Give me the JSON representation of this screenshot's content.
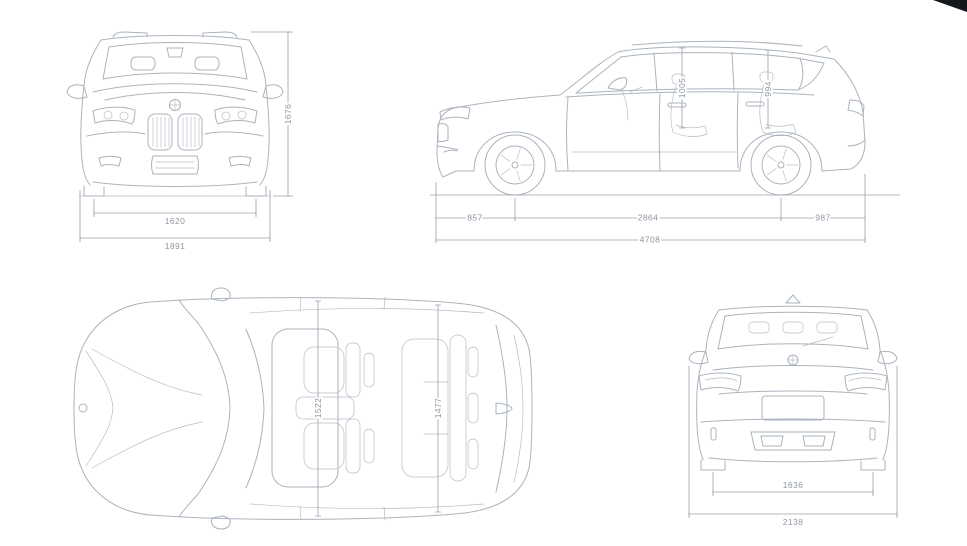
{
  "colors": {
    "car_line": "#aab3bd",
    "dim_line": "#9aa4ae",
    "dim_text": "#8d96a1"
  },
  "views": {
    "front": {
      "dims": {
        "track_front": "1620",
        "overall_width": "1891",
        "overall_height": "1676"
      }
    },
    "side": {
      "dims": {
        "front_overhang": "857",
        "wheelbase": "2864",
        "rear_overhang": "987",
        "overall_length": "4708",
        "headroom_front": "1005",
        "headroom_rear": "994"
      }
    },
    "top": {
      "dims": {
        "interior_width_front": "1522",
        "interior_width_rear": "1477"
      }
    },
    "rear": {
      "dims": {
        "track_rear": "1636",
        "width_incl_mirrors": "2138"
      }
    }
  }
}
